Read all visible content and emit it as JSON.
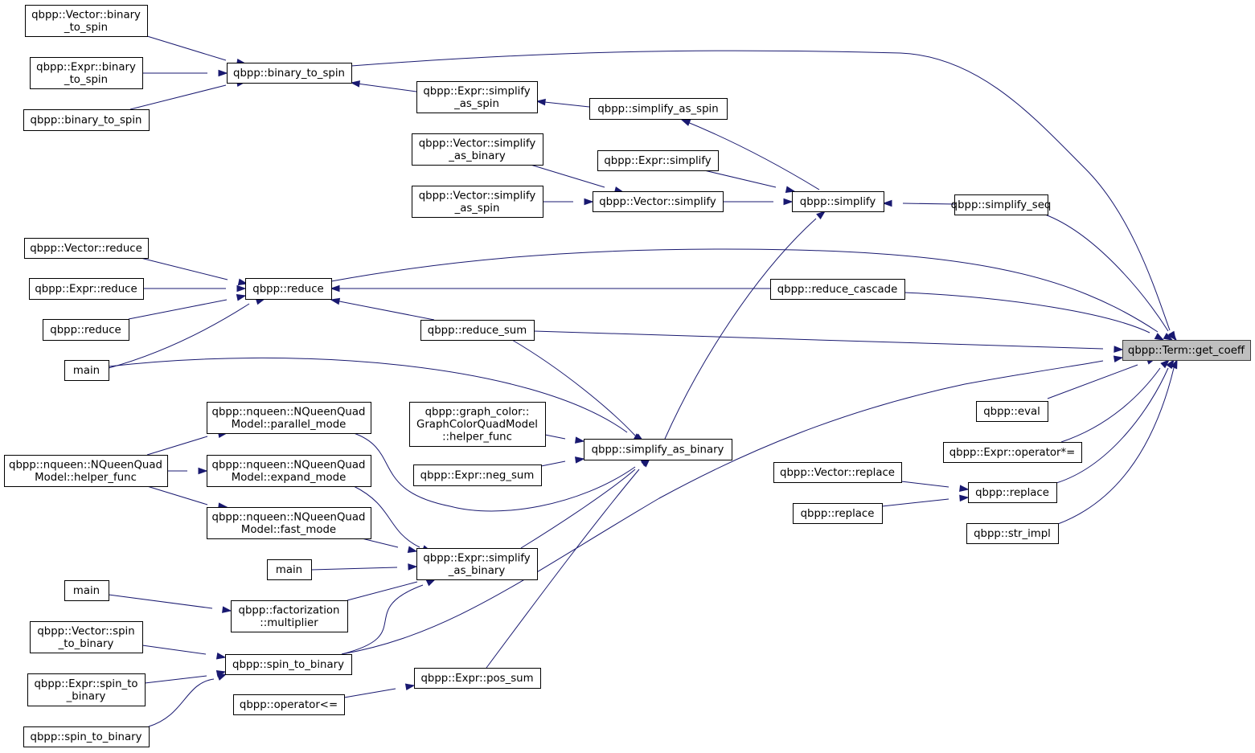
{
  "diagram": {
    "nodes": [
      {
        "id": "root",
        "lines": [
          "qbpp::Term::get_coeff"
        ],
        "root": true
      },
      {
        "id": "vec_b2s",
        "lines": [
          "qbpp::Vector::binary",
          "_to_spin"
        ]
      },
      {
        "id": "expr_b2s",
        "lines": [
          "qbpp::Expr::binary",
          "_to_spin"
        ]
      },
      {
        "id": "b2s_leaf",
        "lines": [
          "qbpp::binary_to_spin"
        ]
      },
      {
        "id": "b2s",
        "lines": [
          "qbpp::binary_to_spin"
        ]
      },
      {
        "id": "expr_sas",
        "lines": [
          "qbpp::Expr::simplify",
          "_as_spin"
        ]
      },
      {
        "id": "sas",
        "lines": [
          "qbpp::simplify_as_spin"
        ]
      },
      {
        "id": "vec_sab",
        "lines": [
          "qbpp::Vector::simplify",
          "_as_binary"
        ]
      },
      {
        "id": "expr_simplify",
        "lines": [
          "qbpp::Expr::simplify"
        ]
      },
      {
        "id": "vec_sas",
        "lines": [
          "qbpp::Vector::simplify",
          "_as_spin"
        ]
      },
      {
        "id": "vec_simplify",
        "lines": [
          "qbpp::Vector::simplify"
        ]
      },
      {
        "id": "simplify",
        "lines": [
          "qbpp::simplify"
        ]
      },
      {
        "id": "simplify_seq",
        "lines": [
          "qbpp::simplify_seq"
        ]
      },
      {
        "id": "vec_reduce",
        "lines": [
          "qbpp::Vector::reduce"
        ]
      },
      {
        "id": "expr_reduce",
        "lines": [
          "qbpp::Expr::reduce"
        ]
      },
      {
        "id": "reduce_leaf",
        "lines": [
          "qbpp::reduce"
        ]
      },
      {
        "id": "reduce",
        "lines": [
          "qbpp::reduce"
        ]
      },
      {
        "id": "main1",
        "lines": [
          "main"
        ]
      },
      {
        "id": "reduce_cascade",
        "lines": [
          "qbpp::reduce_cascade"
        ]
      },
      {
        "id": "reduce_sum",
        "lines": [
          "qbpp::reduce_sum"
        ]
      },
      {
        "id": "nq_parallel",
        "lines": [
          "qbpp::nqueen::NQueenQuad",
          "Model::parallel_mode"
        ]
      },
      {
        "id": "nq_helper",
        "lines": [
          "qbpp::nqueen::NQueenQuad",
          "Model::helper_func"
        ]
      },
      {
        "id": "nq_expand",
        "lines": [
          "qbpp::nqueen::NQueenQuad",
          "Model::expand_mode"
        ]
      },
      {
        "id": "nq_fast",
        "lines": [
          "qbpp::nqueen::NQueenQuad",
          "Model::fast_mode"
        ]
      },
      {
        "id": "gc_helper",
        "lines": [
          "qbpp::graph_color::",
          "GraphColorQuadModel",
          "::helper_func"
        ]
      },
      {
        "id": "expr_negsum",
        "lines": [
          "qbpp::Expr::neg_sum"
        ]
      },
      {
        "id": "sab",
        "lines": [
          "qbpp::simplify_as_binary"
        ]
      },
      {
        "id": "main2",
        "lines": [
          "main"
        ]
      },
      {
        "id": "expr_sab",
        "lines": [
          "qbpp::Expr::simplify",
          "_as_binary"
        ]
      },
      {
        "id": "main3",
        "lines": [
          "main"
        ]
      },
      {
        "id": "fact_mult",
        "lines": [
          "qbpp::factorization",
          "::multiplier"
        ]
      },
      {
        "id": "vec_s2b",
        "lines": [
          "qbpp::Vector::spin",
          "_to_binary"
        ]
      },
      {
        "id": "s2b",
        "lines": [
          "qbpp::spin_to_binary"
        ]
      },
      {
        "id": "expr_s2b",
        "lines": [
          "qbpp::Expr::spin_to",
          "_binary"
        ]
      },
      {
        "id": "s2b_leaf",
        "lines": [
          "qbpp::spin_to_binary"
        ]
      },
      {
        "id": "expr_possum",
        "lines": [
          "qbpp::Expr::pos_sum"
        ]
      },
      {
        "id": "op_le",
        "lines": [
          "qbpp::operator<="
        ]
      },
      {
        "id": "eval",
        "lines": [
          "qbpp::eval"
        ]
      },
      {
        "id": "expr_opmul",
        "lines": [
          "qbpp::Expr::operator*="
        ]
      },
      {
        "id": "vec_replace",
        "lines": [
          "qbpp::Vector::replace"
        ]
      },
      {
        "id": "replace_leaf",
        "lines": [
          "qbpp::replace"
        ]
      },
      {
        "id": "replace",
        "lines": [
          "qbpp::replace"
        ]
      },
      {
        "id": "str_impl",
        "lines": [
          "qbpp::str_impl"
        ]
      }
    ],
    "edges": [
      {
        "from": "vec_b2s",
        "to": "b2s"
      },
      {
        "from": "expr_b2s",
        "to": "b2s"
      },
      {
        "from": "b2s_leaf",
        "to": "b2s"
      },
      {
        "from": "expr_sas",
        "to": "b2s"
      },
      {
        "from": "sas",
        "to": "expr_sas"
      },
      {
        "from": "simplify",
        "to": "sas"
      },
      {
        "from": "expr_simplify",
        "to": "simplify"
      },
      {
        "from": "vec_sab",
        "to": "vec_simplify"
      },
      {
        "from": "vec_sas",
        "to": "vec_simplify"
      },
      {
        "from": "vec_simplify",
        "to": "simplify"
      },
      {
        "from": "simplify_seq",
        "to": "simplify"
      },
      {
        "from": "sab",
        "to": "simplify"
      },
      {
        "from": "vec_reduce",
        "to": "reduce"
      },
      {
        "from": "expr_reduce",
        "to": "reduce"
      },
      {
        "from": "reduce_leaf",
        "to": "reduce"
      },
      {
        "from": "main1",
        "to": "reduce"
      },
      {
        "from": "reduce_cascade",
        "to": "reduce"
      },
      {
        "from": "reduce_sum",
        "to": "reduce"
      },
      {
        "from": "reduce_sum",
        "to": "sab"
      },
      {
        "from": "main1",
        "to": "sab"
      },
      {
        "from": "nq_helper",
        "to": "nq_parallel"
      },
      {
        "from": "nq_helper",
        "to": "nq_expand"
      },
      {
        "from": "nq_helper",
        "to": "nq_fast"
      },
      {
        "from": "gc_helper",
        "to": "sab"
      },
      {
        "from": "expr_negsum",
        "to": "sab"
      },
      {
        "from": "nq_parallel",
        "to": "sab"
      },
      {
        "from": "expr_sab",
        "to": "sab"
      },
      {
        "from": "expr_possum",
        "to": "sab"
      },
      {
        "from": "nq_expand",
        "to": "expr_sab"
      },
      {
        "from": "nq_fast",
        "to": "expr_sab"
      },
      {
        "from": "main2",
        "to": "expr_sab"
      },
      {
        "from": "fact_mult",
        "to": "expr_sab"
      },
      {
        "from": "s2b",
        "to": "expr_sab"
      },
      {
        "from": "main3",
        "to": "fact_mult"
      },
      {
        "from": "vec_s2b",
        "to": "s2b"
      },
      {
        "from": "expr_s2b",
        "to": "s2b"
      },
      {
        "from": "s2b_leaf",
        "to": "s2b"
      },
      {
        "from": "op_le",
        "to": "expr_possum"
      },
      {
        "from": "vec_replace",
        "to": "replace"
      },
      {
        "from": "replace_leaf",
        "to": "replace"
      },
      {
        "from": "b2s",
        "to": "root"
      },
      {
        "from": "simplify_seq",
        "to": "root"
      },
      {
        "from": "reduce",
        "to": "root"
      },
      {
        "from": "reduce_cascade",
        "to": "root"
      },
      {
        "from": "reduce_sum",
        "to": "root"
      },
      {
        "from": "s2b",
        "to": "root"
      },
      {
        "from": "eval",
        "to": "root"
      },
      {
        "from": "expr_opmul",
        "to": "root"
      },
      {
        "from": "replace",
        "to": "root"
      },
      {
        "from": "str_impl",
        "to": "root"
      }
    ]
  }
}
